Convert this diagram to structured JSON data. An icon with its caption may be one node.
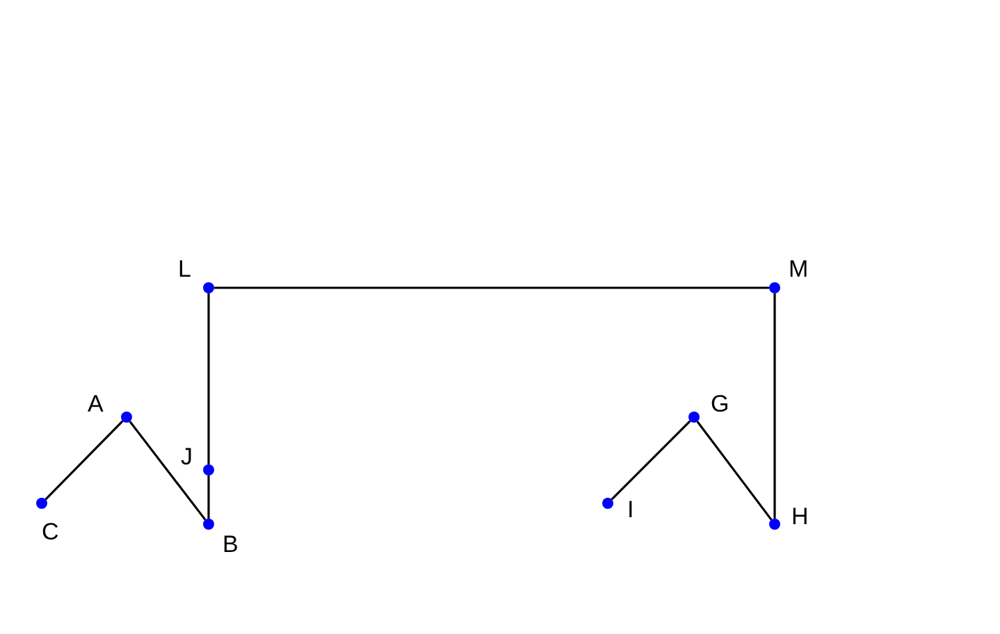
{
  "diagram": {
    "nodes": [
      {
        "text": [],
        "shape": "circle",
        "beside": [
          "L"
        ]
      },
      {
        "text": [],
        "shape": "circle",
        "beside": [
          "M"
        ]
      },
      {
        "text": [],
        "shape": "circle",
        "beside": [
          "A"
        ]
      },
      {
        "text": [],
        "shape": "circle",
        "beside": [
          "G"
        ]
      },
      {
        "text": [],
        "shape": "circle",
        "beside": [
          "J"
        ]
      },
      {
        "text": [],
        "shape": "circle",
        "beside": [
          "C"
        ]
      },
      {
        "text": [],
        "shape": "circle",
        "beside": [
          "I"
        ]
      },
      {
        "text": [],
        "shape": "circle",
        "beside": [
          "B"
        ]
      },
      {
        "text": [],
        "shape": "circle",
        "beside": [
          "H"
        ]
      }
    ],
    "edges": [
      {
        "from": 5,
        "to": 2,
        "arrow": "none"
      },
      {
        "from": 2,
        "to": 7,
        "arrow": "none"
      },
      {
        "from": 7,
        "to": 4,
        "arrow": "none"
      },
      {
        "from": 4,
        "to": 0,
        "arrow": "none"
      },
      {
        "from": 0,
        "to": 1,
        "arrow": "none"
      },
      {
        "from": 1,
        "to": 8,
        "arrow": "none"
      },
      {
        "from": 8,
        "to": 3,
        "arrow": "none"
      },
      {
        "from": 3,
        "to": 6,
        "arrow": "none"
      }
    ]
  }
}
